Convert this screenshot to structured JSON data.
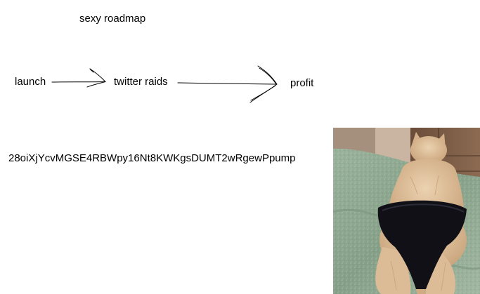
{
  "diagram": {
    "title": "sexy roadmap",
    "nodes": [
      {
        "id": "launch",
        "label": "launch"
      },
      {
        "id": "twitter-raids",
        "label": "twitter raids"
      },
      {
        "id": "profit",
        "label": "profit"
      }
    ],
    "edges": [
      {
        "from": "launch",
        "to": "twitter-raids",
        "style": "hand-drawn-arrow"
      },
      {
        "from": "twitter-raids",
        "to": "profit",
        "style": "hand-drawn-arrow"
      }
    ],
    "address_text": "28oiXjYcvMGSE4RBWpy16Nt8KWKgsDUMT2wRgewPpump"
  },
  "colors": {
    "text": "#000000",
    "background": "#ffffff",
    "blanket": "#8fa890",
    "cat_fur": "#e2c39d",
    "underwear": "#101016",
    "wood": "#7a5a43"
  },
  "photo": {
    "subject": "cat-in-black-underwear-photo"
  }
}
